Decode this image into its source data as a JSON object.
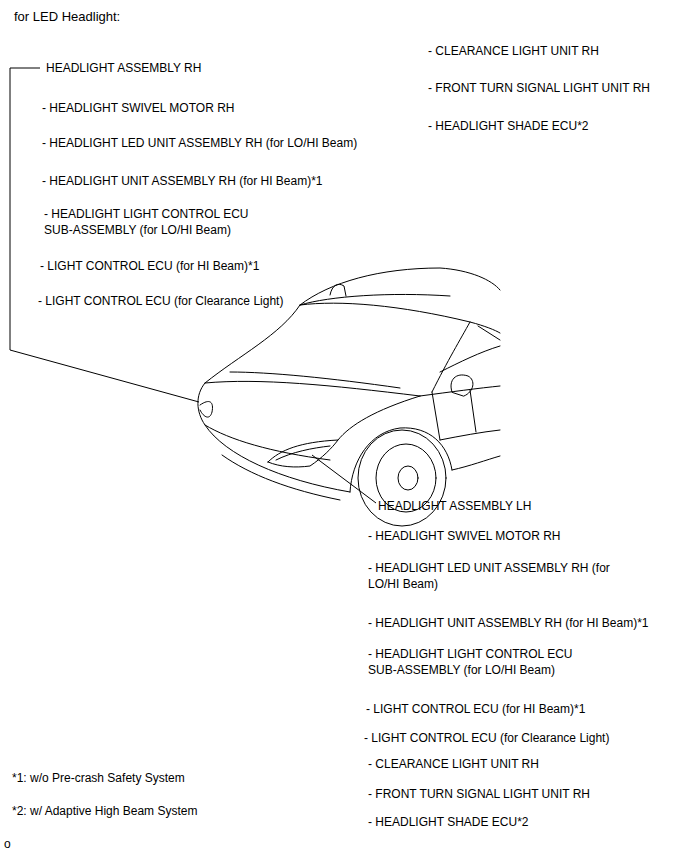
{
  "diagram": {
    "title": "for LED Headlight:",
    "labels": [
      "HEADLIGHT ASSEMBLY RH",
      "- HEADLIGHT SWIVEL MOTOR RH",
      "- HEADLIGHT LED UNIT ASSEMBLY RH (for LO/HI Beam)",
      "- HEADLIGHT UNIT ASSEMBLY RH (for HI Beam)*1",
      "- HEADLIGHT LIGHT CONTROL ECU SUB-ASSEMBLY (for LO/HI Beam)",
      "- LIGHT CONTROL ECU (for HI Beam)*1",
      "- LIGHT CONTROL ECU (for Clearance Light)",
      "- CLEARANCE LIGHT UNIT RH",
      "- FRONT TURN SIGNAL LIGHT UNIT RH",
      "- HEADLIGHT SHADE ECU*2",
      "HEADLIGHT ASSEMBLY LH",
      "- HEADLIGHT SWIVEL MOTOR RH",
      "- HEADLIGHT LED UNIT ASSEMBLY RH (for LO/HI Beam)",
      "- HEADLIGHT UNIT ASSEMBLY RH (for HI Beam)*1",
      "- HEADLIGHT LIGHT CONTROL ECU SUB-ASSEMBLY (for LO/HI Beam)",
      "- LIGHT CONTROL ECU (for HI Beam)*1",
      "- LIGHT CONTROL ECU (for Clearance Light)",
      "- CLEARANCE LIGHT UNIT RH",
      "- FRONT TURN SIGNAL LIGHT UNIT RH",
      "- HEADLIGHT SHADE ECU*2",
      "*1: w/o Pre-crash Safety System",
      "*2: w/ Adaptive High Beam System",
      "o"
    ]
  }
}
